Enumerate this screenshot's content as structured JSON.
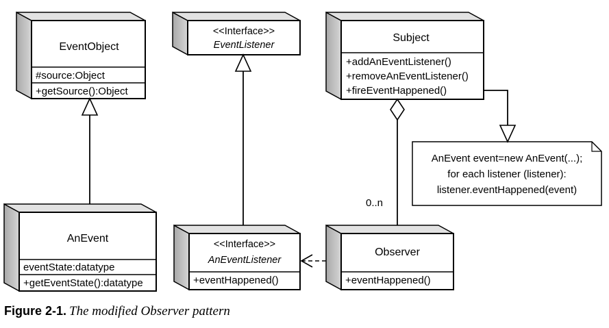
{
  "diagram": {
    "event_object": {
      "name": "EventObject",
      "attributes": [
        "#source:Object"
      ],
      "operations": [
        "+getSource():Object"
      ]
    },
    "event_listener": {
      "stereotype": "<<Interface>>",
      "name": "EventListener"
    },
    "subject": {
      "name": "Subject",
      "operations": [
        "+addAnEventListener()",
        "+removeAnEventListener()",
        "+fireEventHappened()"
      ]
    },
    "an_event": {
      "name": "AnEvent",
      "attributes": [
        "eventState:datatype"
      ],
      "operations": [
        "+getEventState():datatype"
      ]
    },
    "an_event_listener": {
      "stereotype": "<<Interface>>",
      "name": "AnEventListener",
      "operations": [
        "+eventHappened()"
      ]
    },
    "observer": {
      "name": "Observer",
      "operations": [
        "+eventHappened()"
      ]
    },
    "note": {
      "lines": [
        "AnEvent event=new AnEvent(...);",
        "for each listener (listener):",
        "listener.eventHappened(event)"
      ]
    },
    "multiplicity": "0..n"
  },
  "caption": {
    "number": "Figure 2-1.",
    "text": "The modified Observer pattern"
  },
  "colors": {
    "line": "#000000",
    "box_fill": "#ffffff",
    "side_shade": "#c8c8c8",
    "top_shade": "#e0e0e0"
  }
}
